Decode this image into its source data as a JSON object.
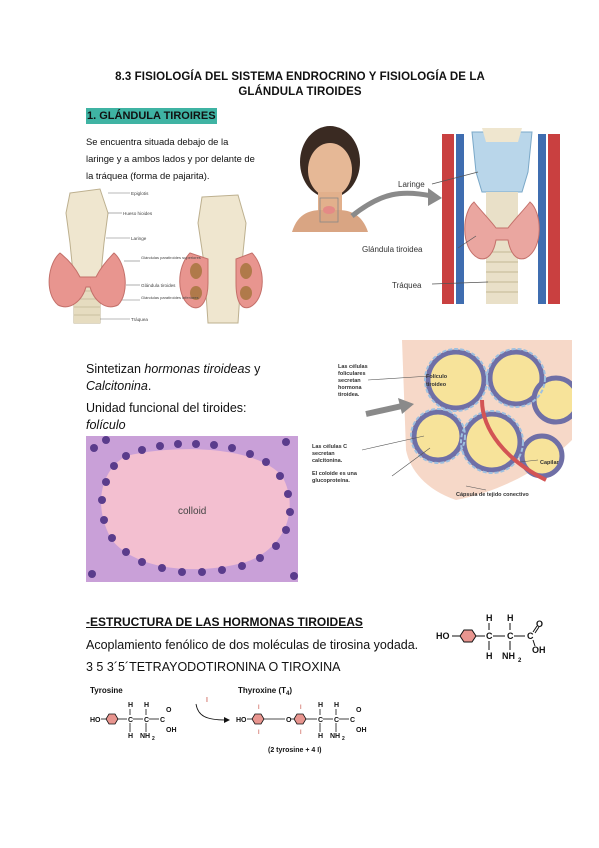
{
  "title_line1": "8.3 FISIOLOGÍA DEL SISTEMA ENDROCRINO Y FISIOLOGÍA DE LA",
  "title_line2": "GLÁNDULA TIROIDES",
  "section1": {
    "heading": "1. GLÁNDULA TIROIRES",
    "intro": [
      "Se encuentra situada debajo de la",
      "laringe y a ambos lados y por delante de",
      "la tráquea (forma de pajarita)."
    ]
  },
  "fig_anatomy": {
    "labels": [
      "Epiglotis",
      "Hueso hioides",
      "Laringe",
      "Glándulas paratiroides superiores",
      "Glándula tiroides",
      "Glándulas paratiroides inferiores",
      "Tráquea"
    ]
  },
  "fig_neck": {
    "labels": [
      "Laringe",
      "Glándula tiroidea",
      "Tráquea"
    ]
  },
  "section2": {
    "line1_pre": "Sintetizan ",
    "line1_em": "hormonas tiroideas",
    "line1_post": " y",
    "line2_em": "Calcitonina",
    "line2_post": ".",
    "line3_pre": "Unidad funcional del tiroides: ",
    "line3_em": "folículo",
    "line4_em": "tiroideo",
    "line4_post": "."
  },
  "fig_follicle": {
    "label_cells": [
      "Las células",
      "foliculares",
      "secretan",
      "hormona",
      "tiroidea."
    ],
    "label_c": [
      "Las células C",
      "secretan",
      "calcitonina."
    ],
    "label_colloid": [
      "El coloide es una",
      "glucoproteína."
    ],
    "label_follicle": [
      "Folículo",
      "tiroideo"
    ],
    "label_capilar": "Capilar",
    "label_capsula": "Cápsula de tejido conectivo"
  },
  "fig_micro": {
    "label": "colloid"
  },
  "section3": {
    "heading": "-ESTRUCTURA DE LAS HORMONAS TIROIDEAS",
    "line1": "Acoplamiento fenólico de dos moléculas de tirosina yodada.",
    "line2": "3 5 3´5´TETRAYODOTIRONINA O TIROXINA"
  },
  "chem": {
    "ho": "HO",
    "h": "H",
    "c": "C",
    "o": "O",
    "oh": "OH",
    "nh2": "NH",
    "sub2": "2",
    "tyrosine": "Tyrosine",
    "thyroxine": "Thyroxine (T",
    "thyroxine_sub": "4",
    "thyroxine_close": ")",
    "iodine": "I",
    "o_link": "O",
    "equation": "(2 tyrosine + 4 I)"
  },
  "colors": {
    "heading_bg": "#3fb3a3",
    "thyroid": "#e8958f",
    "colloid": "#f0b7c8",
    "iodine": "#c0392b"
  }
}
